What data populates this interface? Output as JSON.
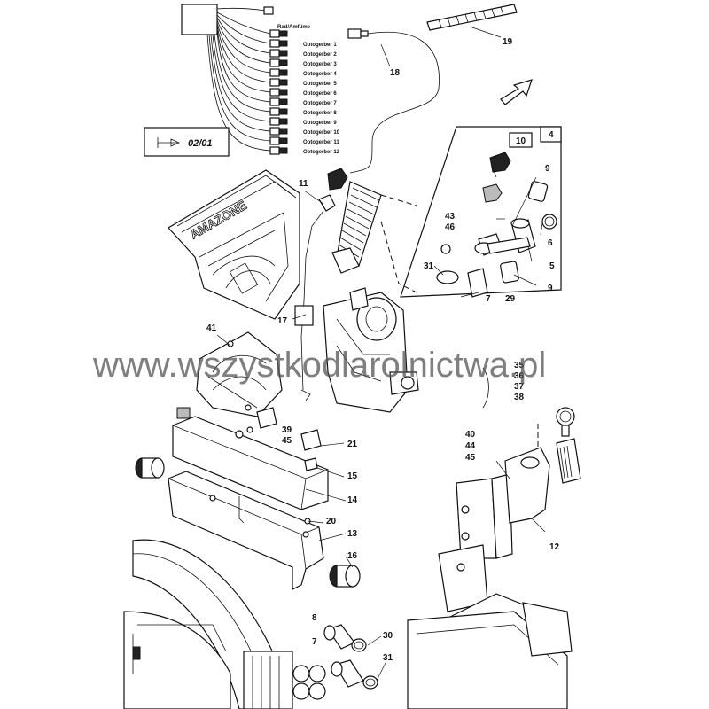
{
  "watermark": "www.wszystkodlarolnictwa.pl",
  "reference_box": "02/01",
  "brand_text": "AMAZONE",
  "connector_labels": [
    "Rad/Amfüme",
    "Optogerber 1",
    "Optogerber 2",
    "Optogerber 3",
    "Optogerber 4",
    "Optogerber 5",
    "Optogerber 6",
    "Optogerber 7",
    "Optogerber 8",
    "Optogerber 9",
    "Optogerber 10",
    "Optogerber 11",
    "Optogerber 12"
  ],
  "inset_labels": [
    "4",
    "10"
  ],
  "callouts": [
    "19",
    "18",
    "11",
    "9",
    "43",
    "46",
    "6",
    "5",
    "31",
    "7",
    "29",
    "9",
    "17",
    "41",
    "35",
    "36",
    "37",
    "38",
    "39",
    "45",
    "21",
    "40",
    "44",
    "45",
    "15",
    "14",
    "20",
    "13",
    "16",
    "12",
    "8",
    "30",
    "7",
    "31"
  ]
}
